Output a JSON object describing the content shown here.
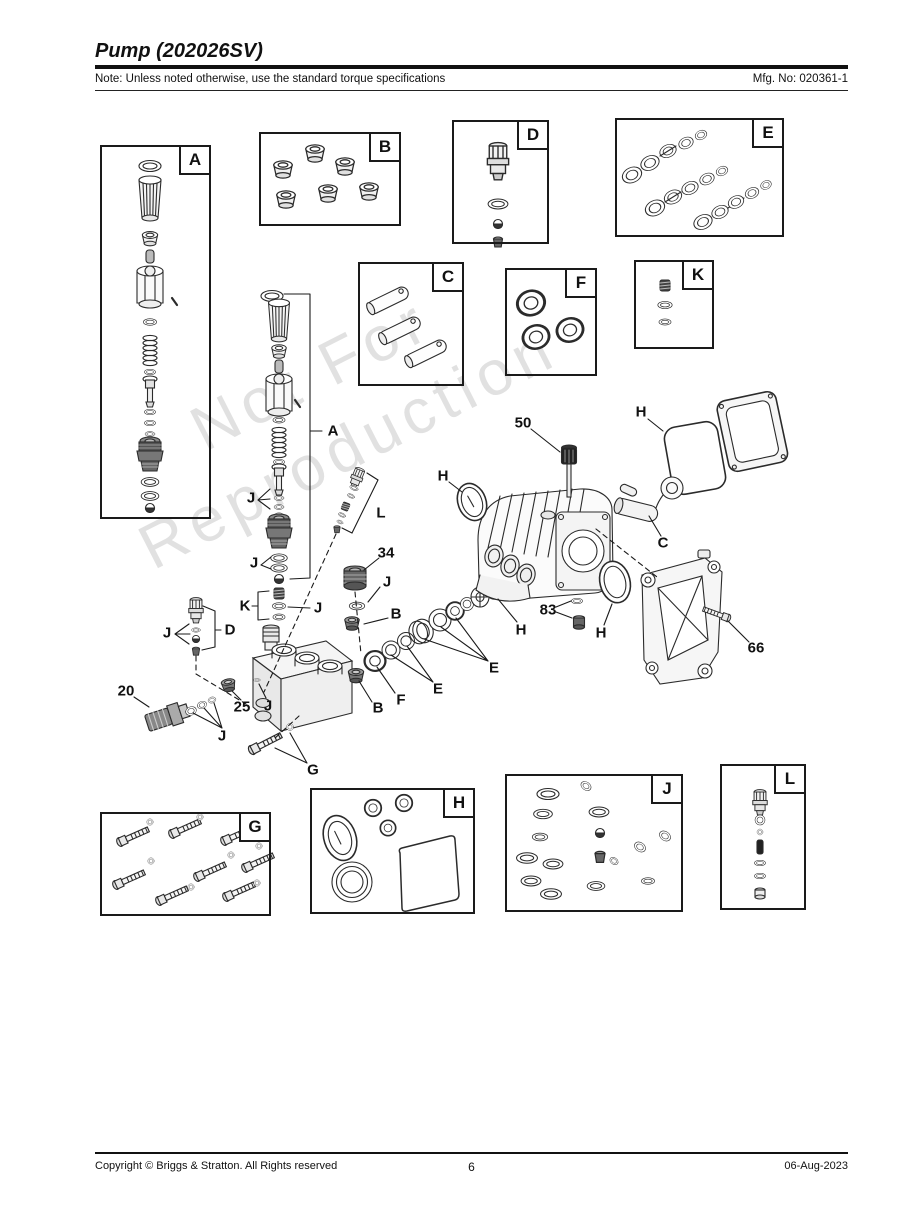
{
  "header": {
    "title": "Pump (202026SV)",
    "note": "Note: Unless noted otherwise, use the standard torque specifications",
    "mfg_no": "Mfg. No: 020361-1"
  },
  "watermark": {
    "line1": "Not For",
    "line2": "Reproduction"
  },
  "inset_boxes": [
    {
      "label": "A"
    },
    {
      "label": "B"
    },
    {
      "label": "D"
    },
    {
      "label": "E"
    },
    {
      "label": "C"
    },
    {
      "label": "F"
    },
    {
      "label": "K"
    },
    {
      "label": "G"
    },
    {
      "label": "H"
    },
    {
      "label": "J"
    },
    {
      "label": "L"
    }
  ],
  "callouts": [
    {
      "label": "A"
    },
    {
      "label": "L"
    },
    {
      "label": "J"
    },
    {
      "label": "J"
    },
    {
      "label": "K"
    },
    {
      "label": "J"
    },
    {
      "label": "D"
    },
    {
      "label": "J"
    },
    {
      "label": "34"
    },
    {
      "label": "J"
    },
    {
      "label": "B"
    },
    {
      "label": "50"
    },
    {
      "label": "H"
    },
    {
      "label": "H"
    },
    {
      "label": "C"
    },
    {
      "label": "66"
    },
    {
      "label": "83"
    },
    {
      "label": "H"
    },
    {
      "label": "H"
    },
    {
      "label": "20"
    },
    {
      "label": "25"
    },
    {
      "label": "J"
    },
    {
      "label": "J"
    },
    {
      "label": "B"
    },
    {
      "label": "F"
    },
    {
      "label": "E"
    },
    {
      "label": "E"
    },
    {
      "label": "G"
    }
  ],
  "footer": {
    "copyright": "Copyright ©  Briggs & Stratton. All Rights reserved",
    "page_number": "6",
    "date": "06-Aug-2023"
  }
}
